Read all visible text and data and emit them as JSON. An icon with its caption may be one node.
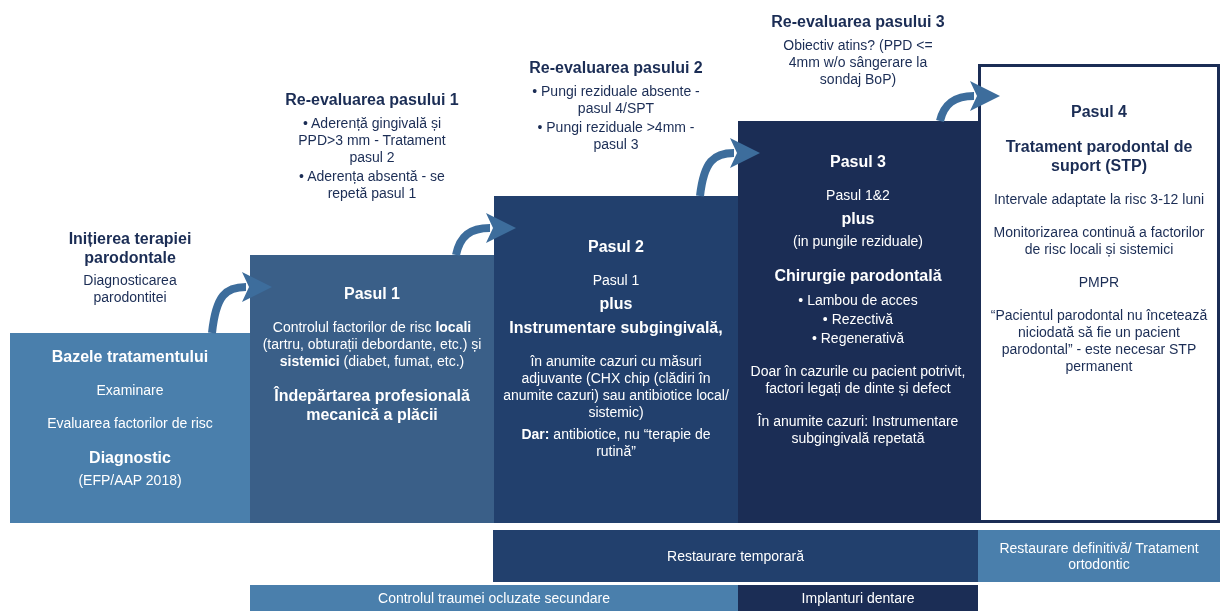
{
  "diagram": {
    "nodes": [
      {
        "text": [
          "Inițierea terapiei parodontale",
          "Diagnosticarea parodontitei",
          "Bazele tratamentului",
          "Examinare",
          "Evaluarea factorilor de risc",
          "Diagnostic",
          "(EFP/AAP 2018)"
        ]
      },
      {
        "text": [
          "Pasul 1",
          "Controlul factorilor de risc **locali** (tartru, obturații debordante, etc.) și **sistemici** (diabet, fumat, etc.)",
          "Îndepărtarea profesională mecanică a plăcii"
        ]
      },
      {
        "text": [
          "Pasul 2",
          "Pasul 1",
          "plus",
          "Instrumentare subgingivală,",
          "în anumite cazuri cu măsuri adjuvante (CHX chip (clădiri în anumite cazuri) sau antibiotice local/ sistemic)",
          "**Dar:** antibiotice, nu “terapie de rutină”"
        ]
      },
      {
        "text": [
          "Pasul 3",
          "Pasul 1&2",
          "plus",
          "(in pungile reziduale)",
          "Chirurgie parodontală",
          "• Lambou de acces",
          "• Rezectivă",
          "• Regenerativă",
          "Doar în cazurile cu pacient potrivit, factori legați de dinte și defect",
          "În anumite cazuri: Instrumentare subgingivală repetată"
        ]
      },
      {
        "text": [
          "Pasul 4",
          "Tratament parodontal de suport (STP)",
          "Intervale adaptate la risc 3-12 luni",
          "Monitorizarea continuă a factorilor de risc locali și sistemici",
          "PMPR",
          "“Pacientul parodontal nu încetează niciodată să fie un pacient parodontal” - este necesar STP permanent"
        ]
      },
      {
        "text": [
          "Restaurare temporară"
        ]
      },
      {
        "text": [
          "Restaurare definitivă/ Tratament ortodontic"
        ]
      },
      {
        "text": [
          "Controlul traumei ocluzate secundare"
        ]
      },
      {
        "text": [
          "Implanturi dentare"
        ]
      }
    ],
    "edges": [
      {
        "from": 0,
        "to": 1,
        "arrow": "to"
      },
      {
        "from": 1,
        "to": 2,
        "arrow": "to"
      },
      {
        "from": 2,
        "to": 3,
        "arrow": "to"
      },
      {
        "from": 3,
        "to": 4,
        "arrow": "to"
      }
    ],
    "labels": [
      "Re-evaluarea pasului 1",
      "• Aderență gingivală și PPD>3 mm - Tratament pasul 2",
      "• Aderența absentă - se repetă pasul 1",
      "Re-evaluarea pasului 2",
      "• Pungi reziduale absente - pasul 4/SPT",
      "• Pungi reziduale >4mm - pasul 3",
      "Re-evaluarea pasului 3",
      "Obiectiv atins? (PPD <= 4mm w/o sângerare la sondaj BoP)"
    ]
  }
}
